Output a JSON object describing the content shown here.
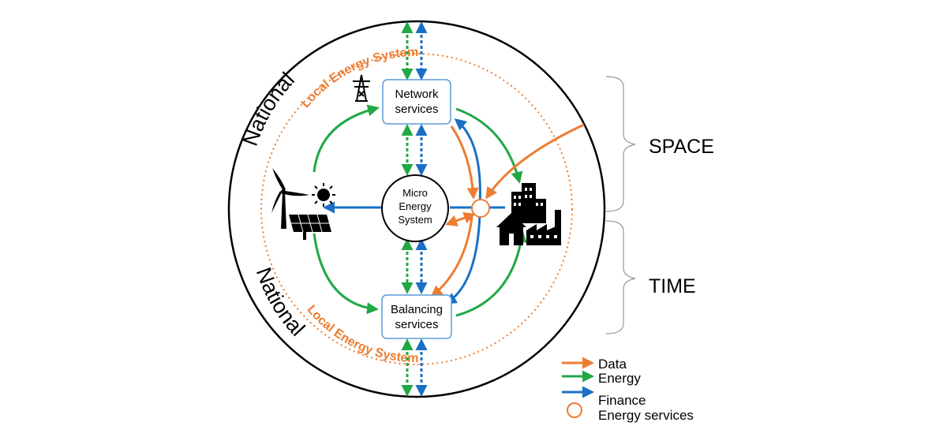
{
  "rings": {
    "outer_top": "National",
    "outer_bottom": "National",
    "inner_top": "Local Energy System",
    "inner_bottom": "Local Energy System"
  },
  "nodes": {
    "network": [
      "Network",
      "services"
    ],
    "balancing": [
      "Balancing",
      "services"
    ],
    "micro": [
      "Micro",
      "Energy",
      "System"
    ]
  },
  "brackets": {
    "space": "SPACE",
    "time": "TIME"
  },
  "legend": {
    "data": "Data",
    "energy": "Energy",
    "finance": "Finance",
    "services": "Energy services"
  },
  "colors": {
    "data": "#ed7d31",
    "energy": "#21a845",
    "finance": "#1a6fc4",
    "ring": "#000000",
    "local_ring": "#ed7d31"
  },
  "icons": [
    "pylon-icon",
    "wind-turbine-icon",
    "sun-icon",
    "solar-panel-icon",
    "city-buildings-icon",
    "house-icon",
    "factory-icon"
  ]
}
